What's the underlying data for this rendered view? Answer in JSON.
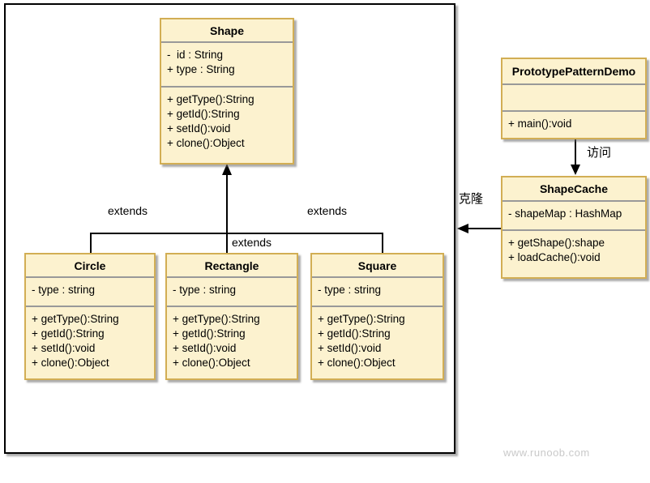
{
  "diagram": {
    "type": "uml-class-diagram",
    "watermark": "www.runoob.com",
    "colors": {
      "class_fill": "#FCF2CF",
      "class_border": "#D2AE54",
      "section_separator": "#999999",
      "frame_border": "#000000",
      "connector": "#000000",
      "watermark_text": "#C9C9C9",
      "background": "#FFFFFF"
    },
    "classes": [
      {
        "name": "Shape",
        "attributes": [
          "-  id : String",
          "+ type : String"
        ],
        "methods": [
          "+ getType():String",
          "+ getId():String",
          "+ setId():void",
          "+ clone():Object"
        ]
      },
      {
        "name": "Circle",
        "attributes": [
          "- type : string"
        ],
        "methods": [
          "+ getType():String",
          "+ getId():String",
          "+ setId():void",
          "+ clone():Object"
        ]
      },
      {
        "name": "Rectangle",
        "attributes": [
          "- type : string"
        ],
        "methods": [
          "+ getType():String",
          "+ getId():String",
          "+ setId():void",
          "+ clone():Object"
        ]
      },
      {
        "name": "Square",
        "attributes": [
          "- type : string"
        ],
        "methods": [
          "+ getType():String",
          "+ getId():String",
          "+ setId():void",
          "+ clone():Object"
        ]
      },
      {
        "name": "PrototypePatternDemo",
        "attributes": [],
        "methods": [
          "+ main():void"
        ]
      },
      {
        "name": "ShapeCache",
        "attributes": [
          "- shapeMap : HashMap"
        ],
        "methods": [
          "+ getShape():shape",
          "+ loadCache():void"
        ]
      }
    ],
    "labels": {
      "extends_left": "extends",
      "extends_middle": "extends",
      "extends_right": "extends",
      "access": "访问",
      "clone": "克隆"
    }
  }
}
